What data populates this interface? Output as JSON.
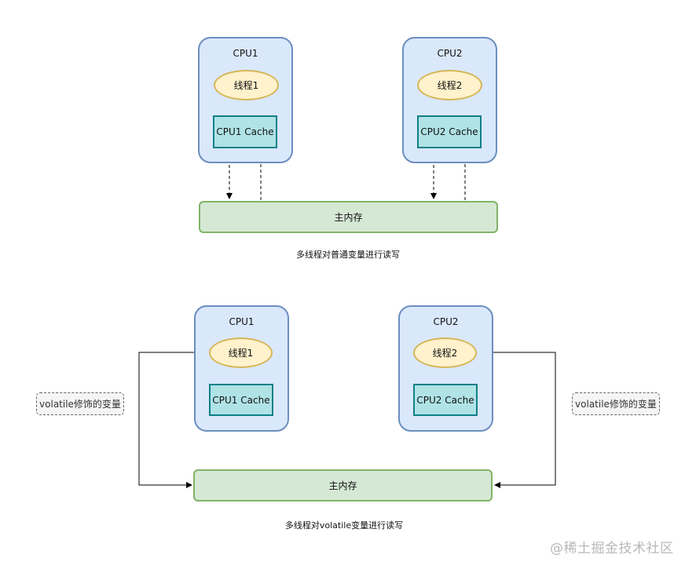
{
  "diagram_top": {
    "cpu1": {
      "title": "CPU1",
      "thread": "线程1",
      "cache": "CPU1 Cache"
    },
    "cpu2": {
      "title": "CPU2",
      "thread": "线程2",
      "cache": "CPU2 Cache"
    },
    "memory": "主内存",
    "caption": "多线程对普通变量进行读写"
  },
  "diagram_bottom": {
    "cpu1": {
      "title": "CPU1",
      "thread": "线程1",
      "cache": "CPU1 Cache"
    },
    "cpu2": {
      "title": "CPU2",
      "thread": "线程2",
      "cache": "CPU2 Cache"
    },
    "memory": "主内存",
    "note_left": "volatile修饰的变量",
    "note_right": "volatile修饰的变量",
    "caption": "多线程对volatile变量进行读写"
  },
  "watermark": "@稀土掘金技术社区",
  "colors": {
    "cpu_fill": "#dae8fc",
    "cpu_stroke": "#6c8ebf",
    "thread_fill": "#fff2cc",
    "thread_stroke": "#d6b656",
    "cache_fill": "#b0e3e6",
    "cache_stroke": "#0e8088",
    "memory_fill": "#d5e8d4",
    "memory_stroke": "#82b366"
  }
}
